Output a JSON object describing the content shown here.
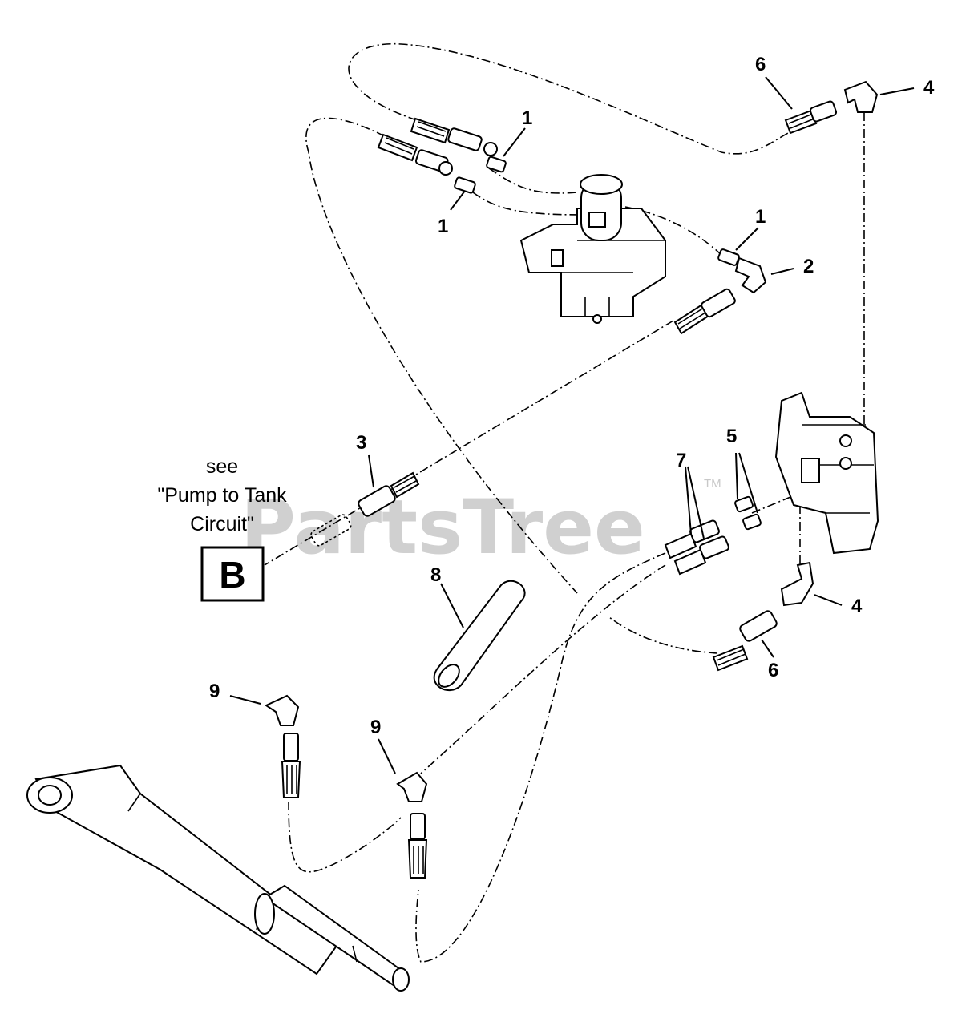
{
  "watermark": {
    "text": "PartsTree",
    "tm": "TM"
  },
  "note": {
    "lines": [
      "see",
      "\"Pump to Tank",
      "Circuit\""
    ],
    "box_letter": "B"
  },
  "callouts": {
    "c1a": "1",
    "c1b": "1",
    "c1c": "1",
    "c2": "2",
    "c3": "3",
    "c4a": "4",
    "c4b": "4",
    "c5": "5",
    "c6a": "6",
    "c6b": "6",
    "c7": "7",
    "c8": "8",
    "c9a": "9",
    "c9b": "9"
  }
}
